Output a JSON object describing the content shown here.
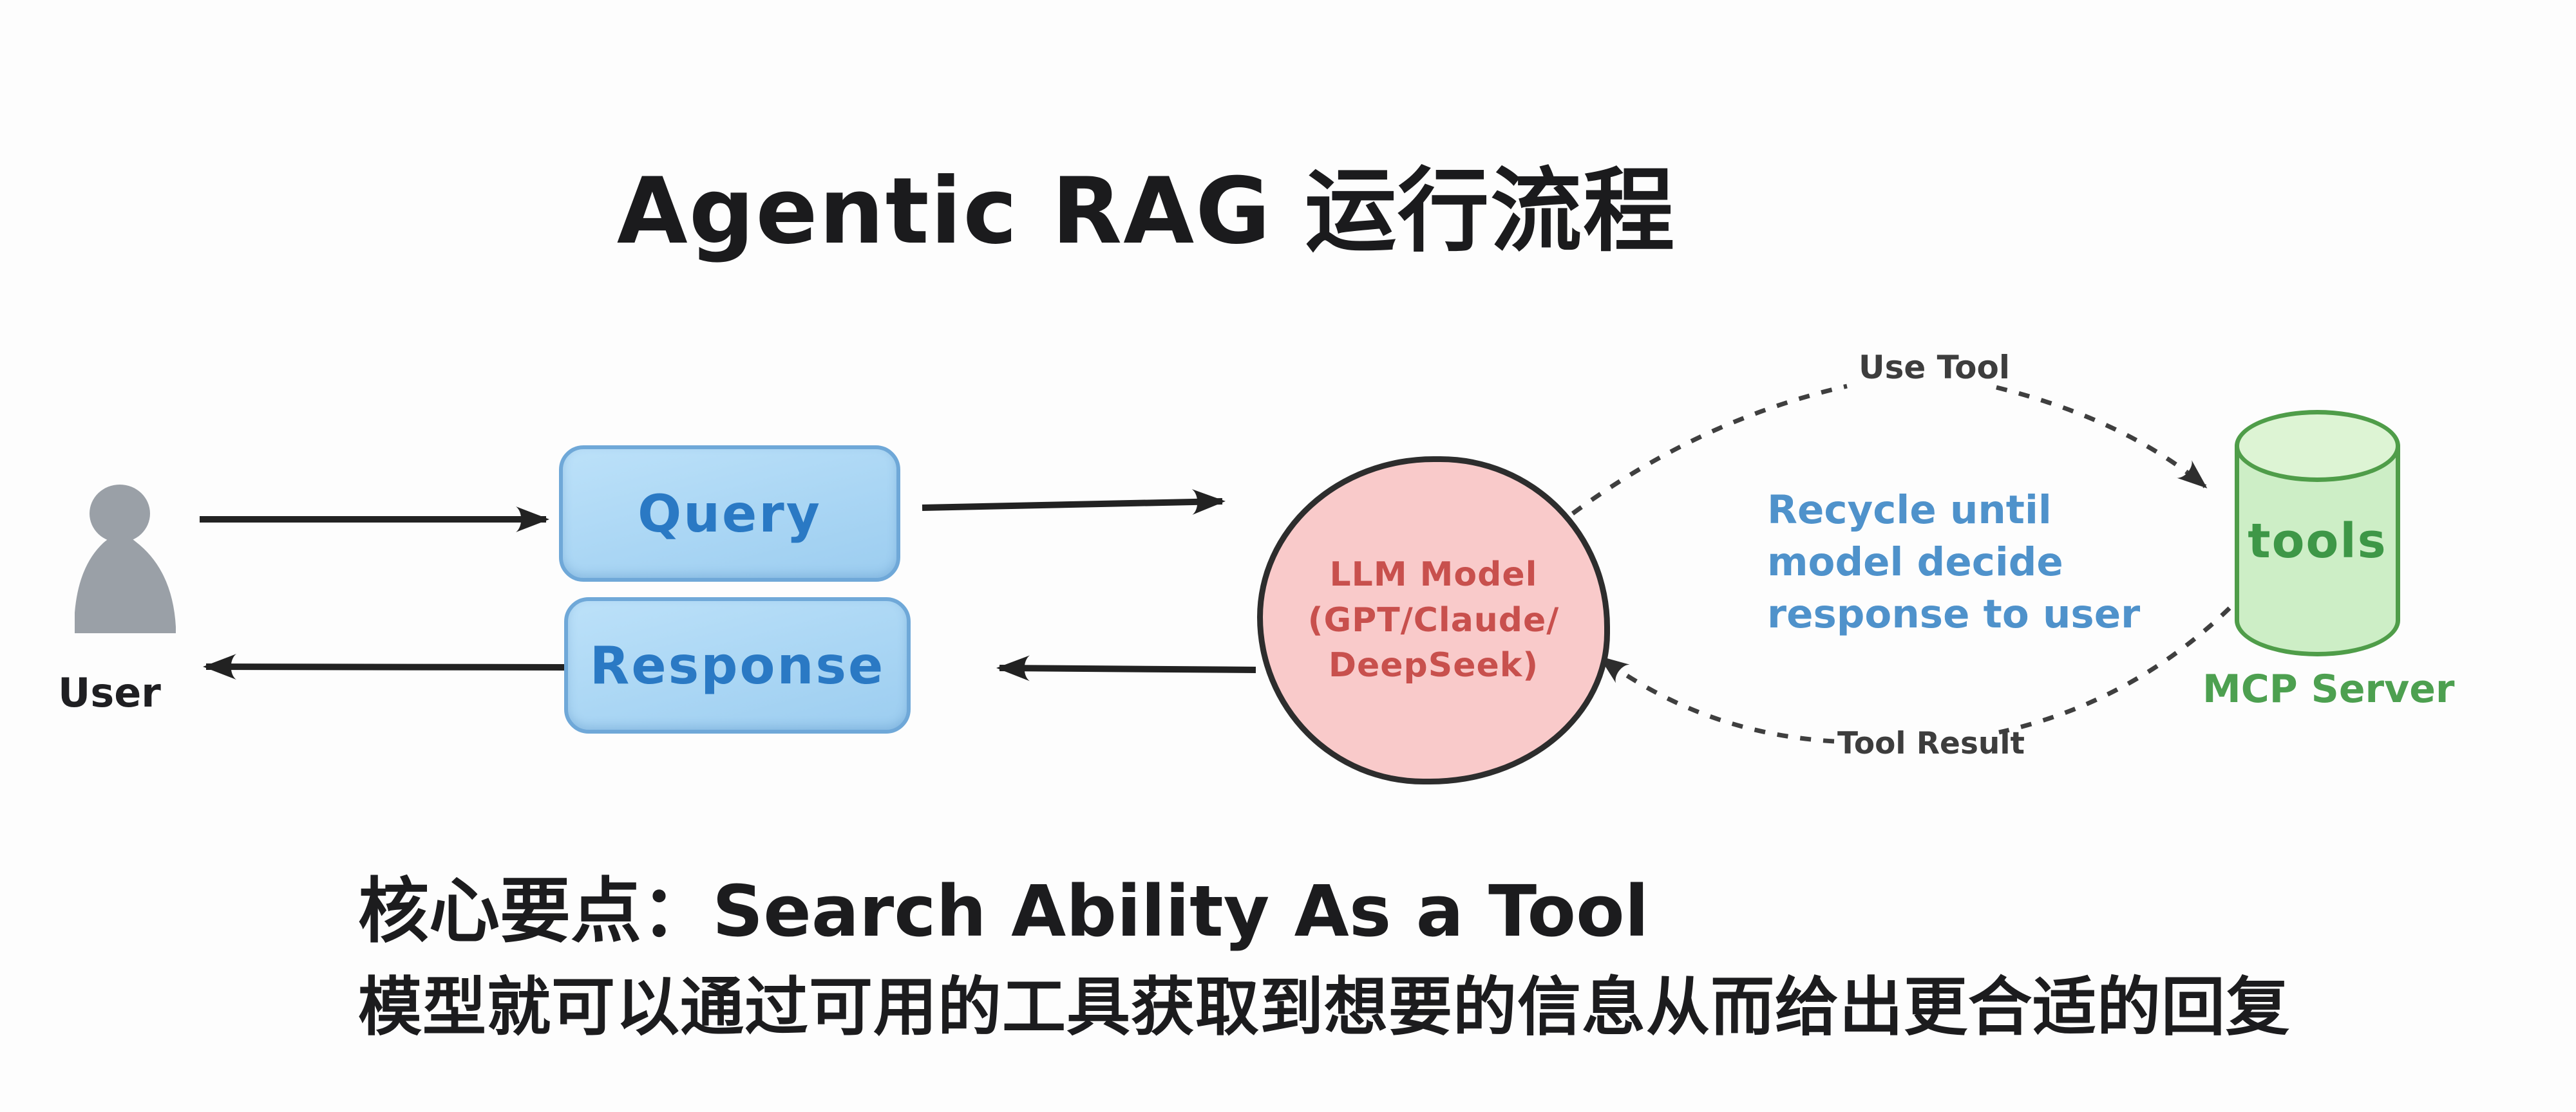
{
  "title": "Agentic RAG 运行流程",
  "user": {
    "label": "User"
  },
  "boxes": {
    "query": "Query",
    "response": "Response"
  },
  "llm": {
    "line1": "LLM Model",
    "line2": "(GPT/Claude/",
    "line3": "DeepSeek)"
  },
  "loop": {
    "use_tool": "Use Tool",
    "tool_result": "Tool Result",
    "recycle": [
      "Recycle until",
      "model decide",
      "response to user"
    ]
  },
  "server": {
    "tools": "tools",
    "caption": "MCP Server"
  },
  "footer": {
    "line1": "核心要点：Search Ability As a Tool",
    "line2": "模型就可以通过可用的工具获取到想要的信息从而给出更合适的回复"
  },
  "colors": {
    "box_fill": "#aad6f4",
    "box_border": "#6fa8d8",
    "box_text": "#2a79c4",
    "llm_fill": "#f9caca",
    "llm_border": "#2d2d2d",
    "llm_text": "#c8504d",
    "cylinder_fill": "#cdeec6",
    "cylinder_border": "#4f9d49",
    "cylinder_text": "#3e9747",
    "mcp_text": "#4da050",
    "recycle_text": "#4f92cb",
    "dashed_label_text": "#3d3d3d",
    "arrow": "#222222",
    "user_icon": "#9aa0a7",
    "ink": "#1d1d1f"
  }
}
